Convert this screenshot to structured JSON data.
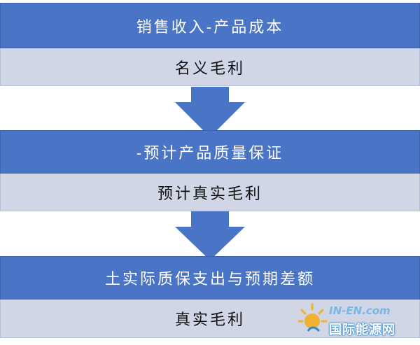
{
  "steps": [
    {
      "top_label": "销售收入-产品成本",
      "bottom_label": "名义毛利"
    },
    {
      "top_label": "-预计产品质量保证",
      "bottom_label": "预计真实毛利"
    },
    {
      "top_label": "土实际质保支出与预期差额",
      "bottom_label": "真实毛利"
    }
  ],
  "colors": {
    "dark_band": "#4a75c6",
    "light_band": "#d0d6e6",
    "arrow": "#4a75c6"
  },
  "watermark": {
    "en_text": "IN-EN.com",
    "cn_text": "国际能源网"
  }
}
